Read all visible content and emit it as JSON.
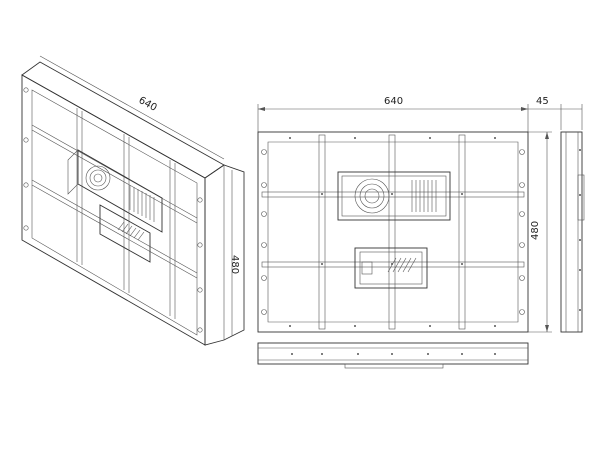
{
  "front_view": {
    "width_label": "640",
    "height_label": "480",
    "depth_label": "45"
  },
  "iso_view": {
    "width_label": "640",
    "height_label": "480"
  }
}
